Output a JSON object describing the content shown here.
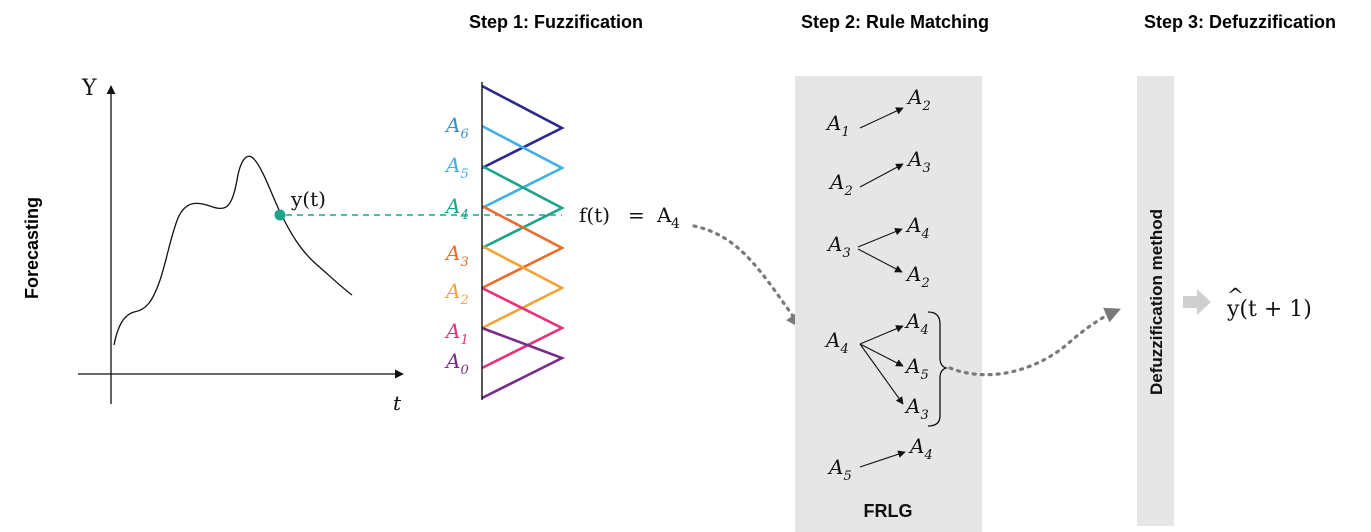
{
  "steps": {
    "step1": "Step 1: Fuzzification",
    "step2": "Step 2: Rule Matching",
    "step3": "Step 3: Defuzzification"
  },
  "left": {
    "row_label": "Forecasting",
    "y_axis": "Y",
    "x_axis": "t",
    "point_label": "y(t)"
  },
  "fuzzy": {
    "sets": [
      {
        "base": "A",
        "sub": "6",
        "color": "#3a8fc9"
      },
      {
        "base": "A",
        "sub": "5",
        "color": "#40b0e6"
      },
      {
        "base": "A",
        "sub": "4",
        "color": "#1aa58a"
      },
      {
        "base": "A",
        "sub": "3",
        "color": "#ee6b2c"
      },
      {
        "base": "A",
        "sub": "2",
        "color": "#f0a535"
      },
      {
        "base": "A",
        "sub": "1",
        "color": "#e8317c"
      },
      {
        "base": "A",
        "sub": "0",
        "color": "#7a2a8a"
      }
    ],
    "result_lhs": "f(t)",
    "result_eq": "=",
    "result_rhs_base": "A",
    "result_rhs_sub": "4"
  },
  "rules": {
    "frlg_label": "FRLG",
    "r1_from": {
      "base": "A",
      "sub": "1"
    },
    "r1_to": {
      "base": "A",
      "sub": "2"
    },
    "r2_from": {
      "base": "A",
      "sub": "2"
    },
    "r2_to": {
      "base": "A",
      "sub": "3"
    },
    "r3_from": {
      "base": "A",
      "sub": "3"
    },
    "r3_to_a": {
      "base": "A",
      "sub": "4"
    },
    "r3_to_b": {
      "base": "A",
      "sub": "2"
    },
    "r4_from": {
      "base": "A",
      "sub": "4"
    },
    "r4_to_a": {
      "base": "A",
      "sub": "4"
    },
    "r4_to_b": {
      "base": "A",
      "sub": "5"
    },
    "r4_to_c": {
      "base": "A",
      "sub": "3"
    },
    "r5_from": {
      "base": "A",
      "sub": "5"
    },
    "r5_to": {
      "base": "A",
      "sub": "4"
    }
  },
  "defuzz": {
    "method_label": "Defuzzification method",
    "output_hat": "^",
    "output_label": "y(t + 1)"
  }
}
